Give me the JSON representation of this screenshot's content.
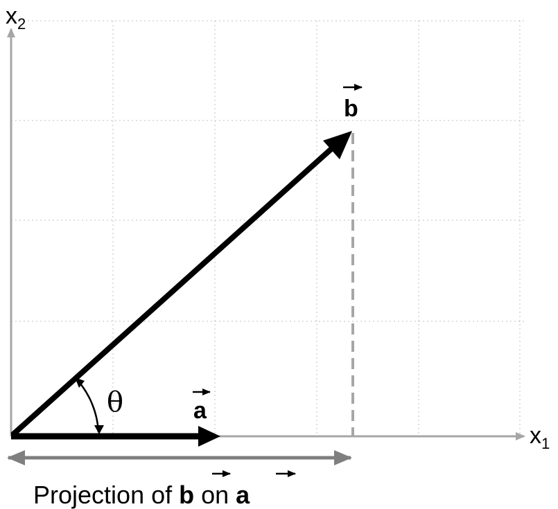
{
  "axes": {
    "x_label": "x",
    "x_sub": "1",
    "y_label": "x",
    "y_sub": "2"
  },
  "vectors": {
    "a_label": "a",
    "b_label": "b"
  },
  "angle": {
    "label": "θ"
  },
  "caption": {
    "prefix": "Projection of ",
    "b": "b",
    "middle": " on ",
    "a": "a"
  },
  "colors": {
    "vector": "#000000",
    "axis": "#a6a6a6",
    "grid": "#bfbfbf",
    "projection": "#7f7f7f",
    "dashed": "#a6a6a6"
  }
}
